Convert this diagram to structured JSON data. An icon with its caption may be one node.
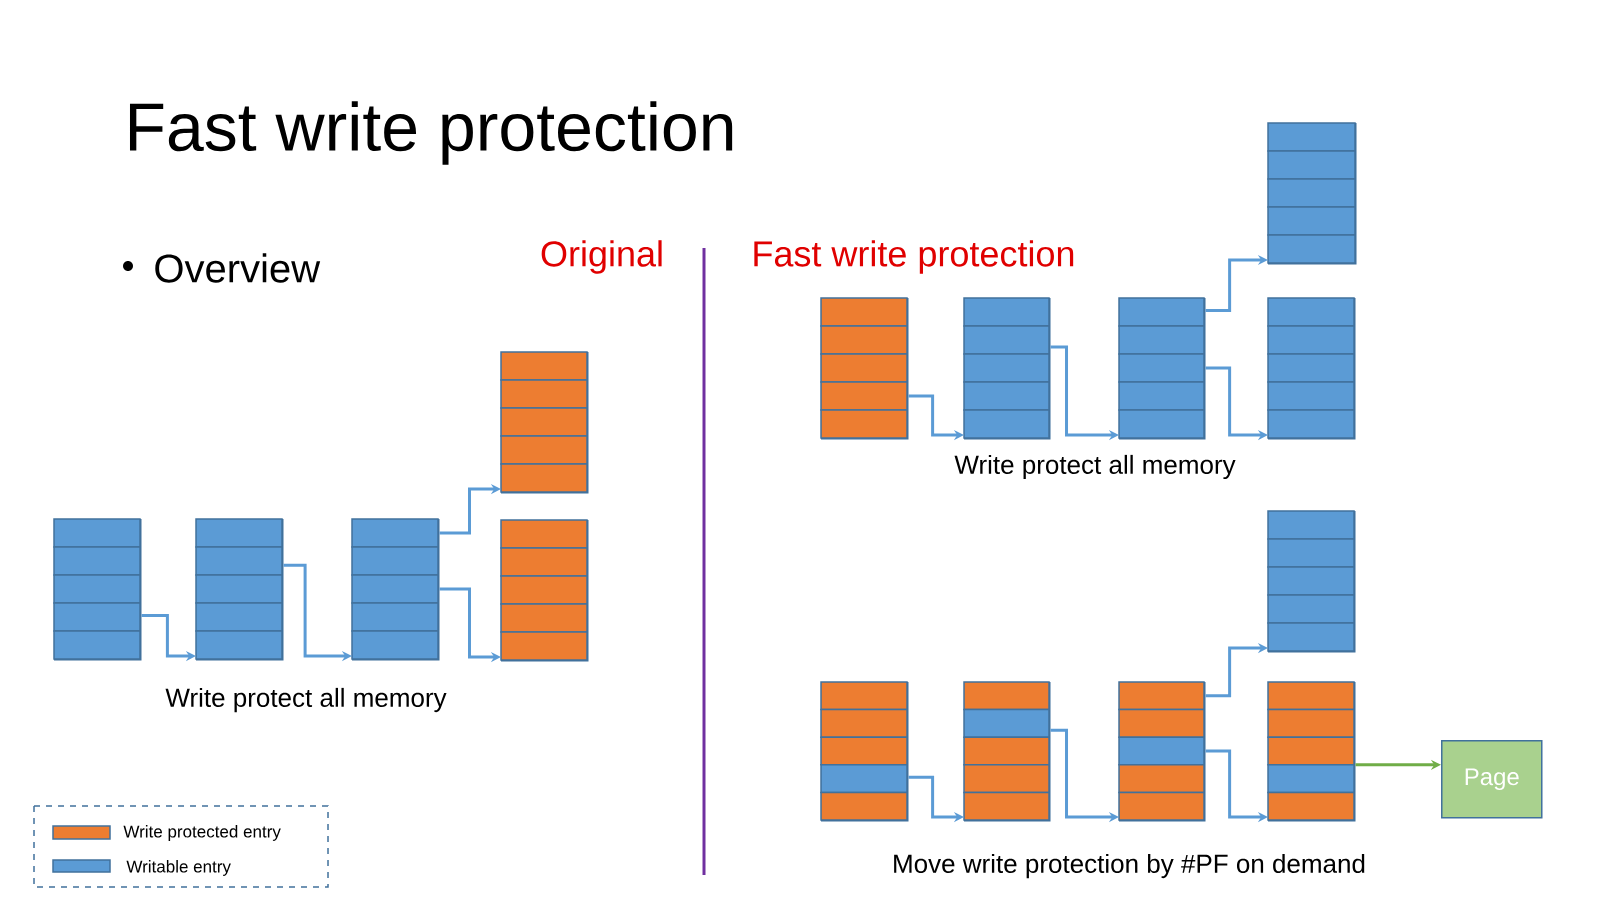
{
  "diagram": {
    "title": "Fast write protection",
    "nodes": [
      {
        "text": [],
        "shape": "box"
      },
      {
        "text": [],
        "shape": "box"
      },
      {
        "text": [],
        "shape": "box"
      },
      {
        "text": [],
        "shape": "box"
      },
      {
        "text": [],
        "shape": "box"
      },
      {
        "text": [],
        "shape": "box"
      },
      {
        "text": [],
        "shape": "box"
      },
      {
        "text": [],
        "shape": "box"
      },
      {
        "text": [],
        "shape": "box"
      },
      {
        "text": [],
        "shape": "box"
      },
      {
        "text": [],
        "shape": "box"
      },
      {
        "text": [],
        "shape": "box"
      },
      {
        "text": [],
        "shape": "box"
      },
      {
        "text": [],
        "shape": "box"
      },
      {
        "text": [],
        "shape": "box"
      },
      {
        "text": [
          "Page"
        ]
      }
    ],
    "edges": [
      {
        "from": 0,
        "to": 1,
        "arrow": "to"
      },
      {
        "from": 1,
        "to": 2,
        "arrow": "to"
      },
      {
        "from": 2,
        "to": 3,
        "arrow": "to"
      },
      {
        "from": 2,
        "to": 4,
        "arrow": "to"
      },
      {
        "from": 5,
        "to": 6,
        "arrow": "to"
      },
      {
        "from": 6,
        "to": 7,
        "arrow": "to"
      },
      {
        "from": 7,
        "to": 8,
        "arrow": "to"
      },
      {
        "from": 7,
        "to": 9,
        "arrow": "to"
      },
      {
        "from": 10,
        "to": 11,
        "arrow": "to"
      },
      {
        "from": 11,
        "to": 12,
        "arrow": "to"
      },
      {
        "from": 12,
        "to": 13,
        "arrow": "to"
      },
      {
        "from": 12,
        "to": 14,
        "arrow": "to"
      },
      {
        "from": 14,
        "to": 15,
        "arrow": "to",
        "color": "#70ad47"
      }
    ],
    "labels": [
      "Overview",
      "Original",
      "Fast write protection",
      "Write protect all memory",
      "Write protect all memory",
      "Move write protection by #PF on demand"
    ],
    "legend": [
      {
        "text": "Write protected entry",
        "color": "#ed7d31"
      },
      {
        "text": "Writable entry",
        "color": "#5b9bd5"
      }
    ]
  }
}
